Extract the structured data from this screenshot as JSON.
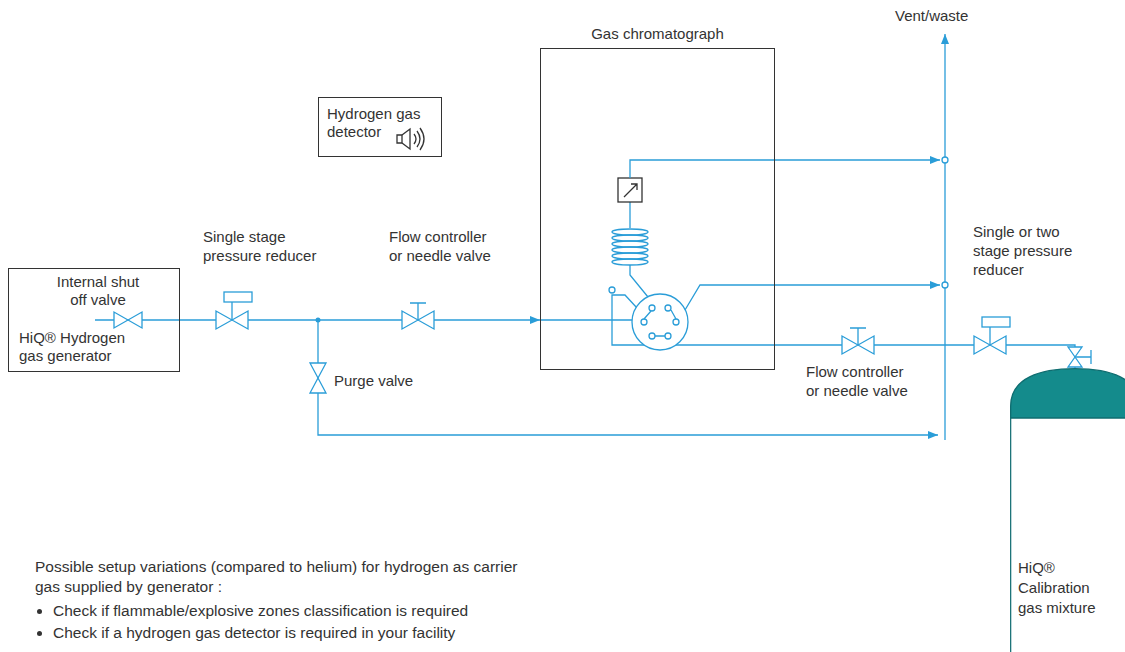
{
  "diagram": {
    "nodes": [
      {
        "text": [
          "Hydrogen gas detector"
        ]
      },
      {
        "text": [
          "Gas chromatograph"
        ]
      },
      {
        "text": [
          "Internal shut off valve",
          "HiQ® Hydrogen gas generator"
        ]
      },
      {
        "text": [
          "HiQ® Calibration gas mixture"
        ]
      }
    ],
    "edges": [
      {
        "from": 2,
        "to": 1,
        "arrow": "to"
      },
      {
        "from": 3,
        "to": 1,
        "arrow": "none"
      }
    ],
    "labels": [
      "Vent/waste",
      "Single stage pressure reducer",
      "Flow controller or needle valve",
      "Single or two stage pressure reducer",
      "Purge valve",
      "Flow controller or needle valve",
      "Possible setup variations (compared to helium) for hydrogen as carrier gas supplied by generator :",
      "Check if flammable/explosive zones classification is required",
      "Check if a hydrogen gas detector is required in your facility"
    ]
  }
}
